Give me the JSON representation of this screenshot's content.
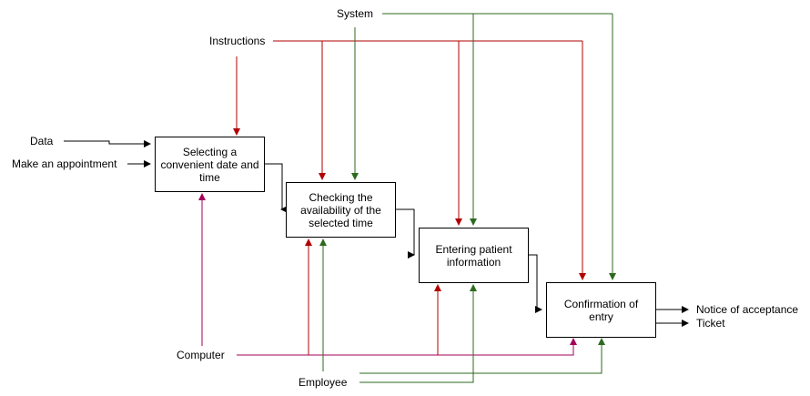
{
  "colors": {
    "control_red": "#b20000",
    "mechanism_green": "#2d6a1f",
    "computer_crimson": "#a3005a",
    "flow_black": "#000000"
  },
  "inputs": {
    "data": "Data",
    "appointment": "Make an appointment"
  },
  "controls": {
    "system": "System",
    "instructions": "Instructions"
  },
  "mechanisms": {
    "computer": "Computer",
    "employee": "Employee"
  },
  "outputs": {
    "notice": "Notice of acceptance",
    "ticket": "Ticket"
  },
  "activities": {
    "a1": "Selecting a\nconvenient date and\ntime",
    "a2": "Checking the\navailability of the\nselected time",
    "a3": "Entering patient\ninformation",
    "a4": "Confirmation of entry"
  }
}
